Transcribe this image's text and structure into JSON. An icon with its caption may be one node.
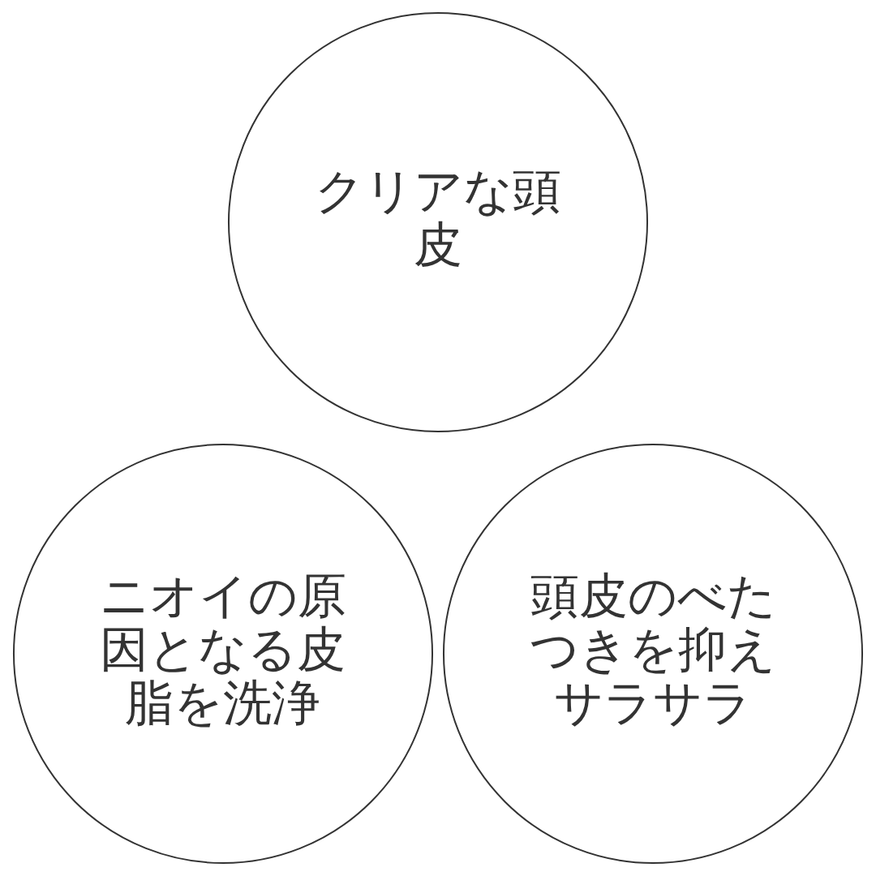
{
  "diagram": {
    "nodes": [
      {
        "text": [
          "クリアな頭皮"
        ]
      },
      {
        "text": [
          "ニオイの原因となる皮脂を洗浄"
        ]
      },
      {
        "text": [
          "頭皮のべたつきを抑えサラサラ"
        ]
      }
    ],
    "edges": []
  }
}
